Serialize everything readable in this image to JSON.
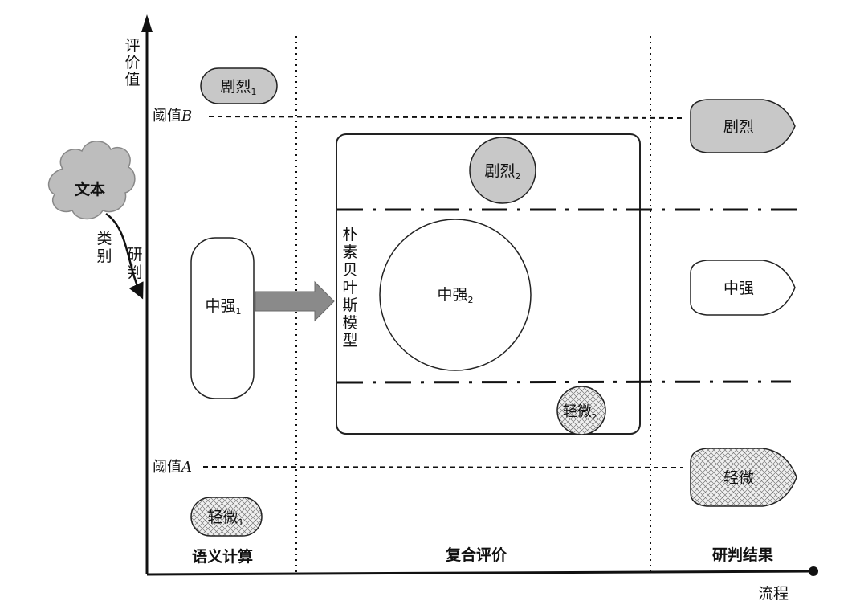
{
  "axes": {
    "y_label_chars": [
      "评",
      "价",
      "值"
    ],
    "x_label": "流程"
  },
  "thresholds": {
    "b_label": "阈值",
    "b_var": "B",
    "a_label": "阈值",
    "a_var": "A"
  },
  "source": {
    "text_label": "文本",
    "classify_chars": [
      "类",
      "别"
    ],
    "judge_chars": [
      "研",
      "判"
    ]
  },
  "stage1": {
    "title": "语义计算",
    "severe_label": "剧烈",
    "severe_sub": "1",
    "medium_label": "中强",
    "medium_sub": "1",
    "mild_label": "轻微",
    "mild_sub": "1"
  },
  "stage2": {
    "title": "复合评价",
    "model_chars": [
      "朴",
      "素",
      "贝",
      "叶",
      "斯",
      "模",
      "型"
    ],
    "severe_label": "剧烈",
    "severe_sub": "2",
    "medium_label": "中强",
    "medium_sub": "2",
    "mild_label": "轻微",
    "mild_sub": "2"
  },
  "stage3": {
    "title": "研判结果",
    "severe": "剧烈",
    "medium": "中强",
    "mild": "轻微"
  },
  "colors": {
    "gray_fill": "#c8c8c8",
    "cloud_fill": "#bdbdbd",
    "arrow_fill": "#8a8a8a",
    "stroke": "#222222"
  }
}
